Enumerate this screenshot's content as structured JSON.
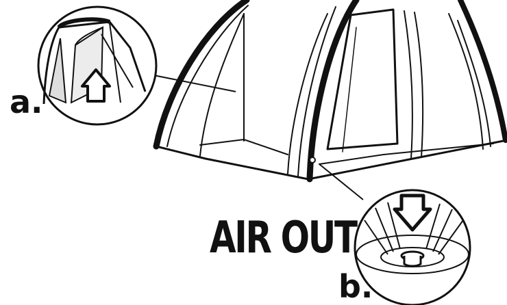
{
  "callouts": {
    "a": {
      "label": "a."
    },
    "b": {
      "label": "b."
    }
  },
  "caption": {
    "text": "AIR OUT"
  },
  "icons": [
    "tent-dome",
    "arrow-up-icon",
    "arrow-down-icon",
    "air-valve-icon"
  ],
  "colors": {
    "stroke": "#111111",
    "background": "#ffffff",
    "window": "#dedede"
  }
}
